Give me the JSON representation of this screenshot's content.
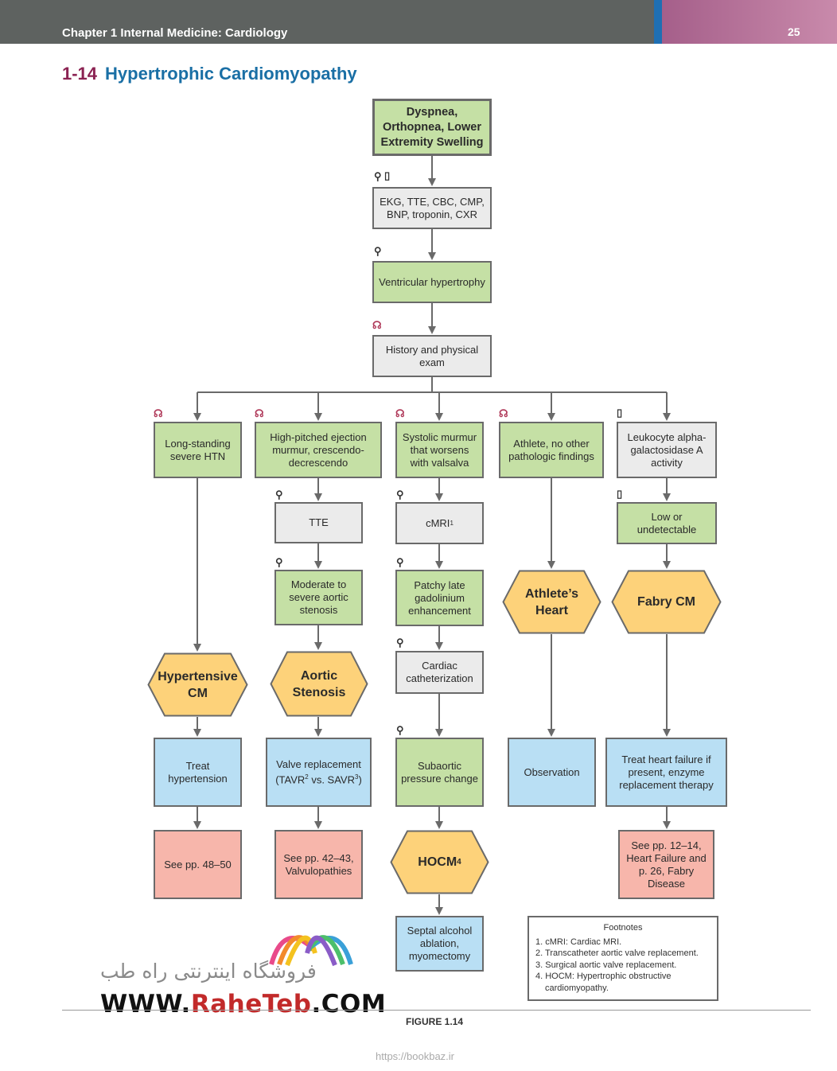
{
  "header": {
    "chapter": "Chapter 1  Internal Medicine: Cardiology",
    "page_number": "25",
    "accent_color": "#1f6fb3"
  },
  "title": {
    "number": "1-14",
    "text": "Hypertrophic Cardiomyopathy",
    "number_color": "#8b2252",
    "text_color": "#1a6fa5"
  },
  "icons": {
    "test_tube": "test-tube-icon",
    "microscope": "microscope-icon",
    "stethoscope": "stethoscope-icon"
  },
  "colors": {
    "green": "#c5e0a5",
    "gray": "#ebebeb",
    "blue": "#b9dff4",
    "pink": "#f7b6ab",
    "hexagon": "#fdd27a"
  },
  "nodes": {
    "top": "Dyspnea, Orthopnea, Lower Extremity Swelling",
    "tests": "EKG, TTE, CBC, CMP, BNP, troponin, CXR",
    "vh": "Ventricular hypertrophy",
    "hpe": "History and physical exam",
    "b1": "Long-standing severe HTN",
    "b2": "High-pitched ejection murmur, crescendo-decrescendo",
    "b3": "Systolic murmur that worsens with valsalva",
    "b4": "Athlete, no other pathologic findings",
    "b5": "Leukocyte alpha-galactosidase A activity",
    "tte": "TTE",
    "cmri": "cMRI",
    "cmri_sup": "1",
    "low": "Low or undetectable",
    "mod": "Moderate to severe aortic stenosis",
    "patchy": "Patchy late gadolinium enhancement",
    "cath": "Cardiac catheterization",
    "subaortic": "Subaortic pressure change",
    "hex_hcm": "Hypertensive CM",
    "hex_as": "Aortic Stenosis",
    "hex_ath": "Athlete’s Heart",
    "hex_fabry": "Fabry CM",
    "hex_hocm": "HOCM",
    "hex_hocm_sup": "4",
    "treat_htn": "Treat hypertension",
    "valve_a": "Valve replacement (TAVR",
    "valve_sup1": "2",
    "valve_b": " vs. SAVR",
    "valve_sup2": "3",
    "valve_c": ")",
    "observation": "Observation",
    "treat_hf": "Treat heart failure if present, enzyme replacement therapy",
    "see1": "See pp. 48–50",
    "see2": "See pp. 42–43, Valvulopathies",
    "see3": "See pp. 12–14, Heart Failure and p. 26, Fabry Disease",
    "septal": "Septal alcohol ablation, myomectomy"
  },
  "footnotes": {
    "heading": "Footnotes",
    "items": [
      "1. cMRI: Cardiac MRI.",
      "2. Transcatheter aortic valve replacement.",
      "3. Surgical aortic valve replacement.",
      "4. HOCM: Hypertrophic obstructive cardiomyopathy."
    ]
  },
  "figure_label": "FIGURE 1.14",
  "watermark": {
    "persian_text": "فروشگاه اینترنتی راه طب",
    "url_prefix": "WWW.",
    "url_brand": "RaheTeb",
    "url_suffix": ".COM"
  },
  "source_url": "https://bookbaz.ir"
}
